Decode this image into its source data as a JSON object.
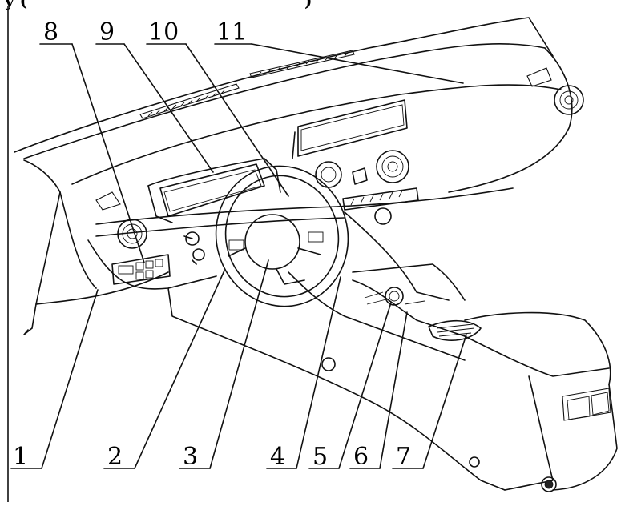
{
  "header": {
    "fragment": "y (",
    "close": ")"
  },
  "callouts": [
    {
      "id": "1",
      "text": "1"
    },
    {
      "id": "2",
      "text": "2"
    },
    {
      "id": "3",
      "text": "3"
    },
    {
      "id": "4",
      "text": "4"
    },
    {
      "id": "5",
      "text": "5"
    },
    {
      "id": "6",
      "text": "6"
    },
    {
      "id": "7",
      "text": "7"
    },
    {
      "id": "8",
      "text": "8"
    },
    {
      "id": "9",
      "text": "9"
    },
    {
      "id": "10",
      "text": "10"
    },
    {
      "id": "11",
      "text": "11"
    }
  ],
  "colors": {
    "line": "#111111",
    "background": "#ffffff"
  }
}
